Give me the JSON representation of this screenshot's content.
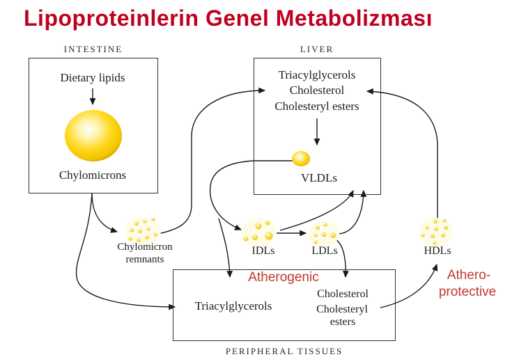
{
  "title": "Lipoproteinlerin Genel  Metabolizması",
  "colors": {
    "title_red": "#c00020",
    "annotation_red": "#c0392b",
    "particle_yellow": "#f2cf00",
    "line_color": "#1a1a1a"
  },
  "intestine": {
    "label": "INTESTINE",
    "top_text": "Dietary lipids",
    "bottom_text": "Chylomicrons"
  },
  "liver": {
    "label": "LIVER",
    "lines": [
      "Triacylglycerols",
      "Cholesterol",
      "Cholesteryl esters"
    ],
    "particle_label": "VLDLs"
  },
  "particles": {
    "remnants": {
      "label_line1": "Chylomicron",
      "label_line2": "remnants"
    },
    "idl": {
      "label": "IDLs"
    },
    "ldl": {
      "label": "LDLs"
    },
    "hdl": {
      "label": "HDLs"
    }
  },
  "peripheral": {
    "label": "PERIPHERAL TISSUES",
    "left_text": "Triacylglycerols",
    "right_line1": "Cholesterol",
    "right_line2": "Cholesteryl",
    "right_line3": "esters"
  },
  "annotations": {
    "atherogenic": "Atherogenic",
    "athero_line1": "Athero-",
    "athero_line2": "protective"
  }
}
